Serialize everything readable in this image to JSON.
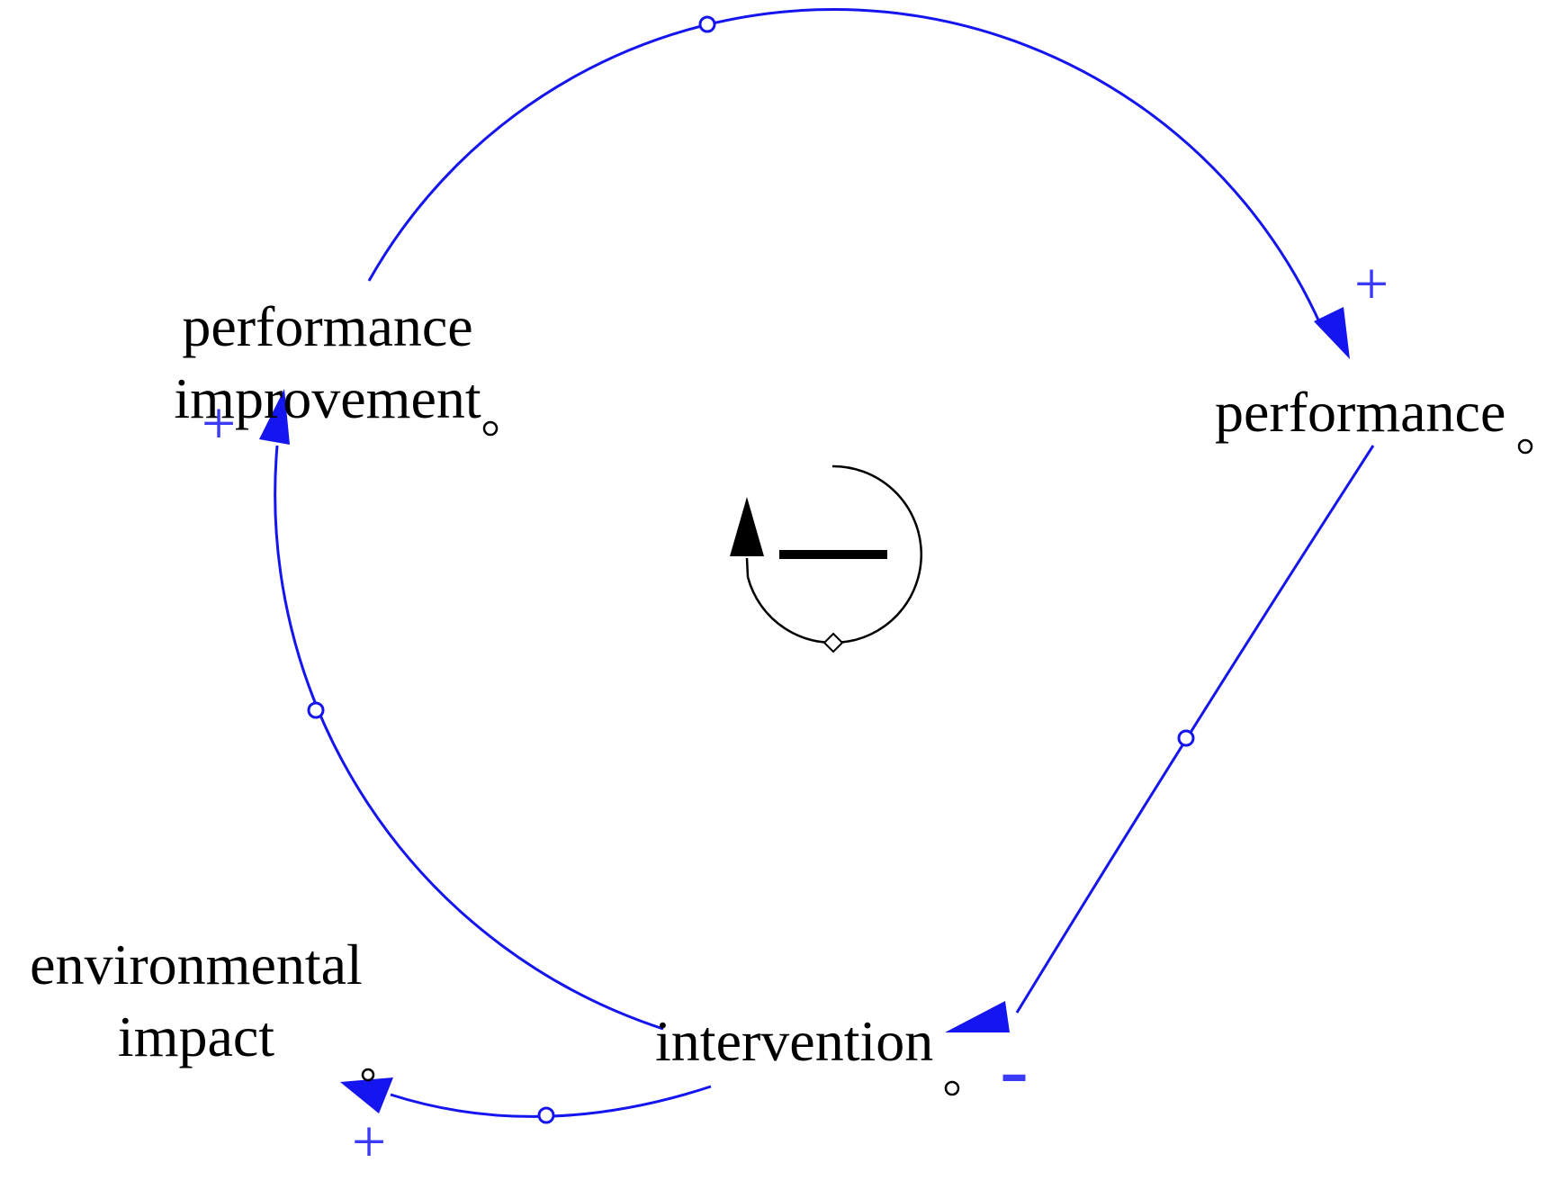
{
  "diagram": {
    "kind": "causal-loop-diagram",
    "background": "#ffffff",
    "link_color": "#1515f0",
    "sign_color": "#3a3af8",
    "text_color": "#000000",
    "loop_marker_color": "#000000"
  },
  "nodes": {
    "performance_improvement": {
      "line1": "performance",
      "line2": "improvement"
    },
    "performance": {
      "label": "performance"
    },
    "intervention": {
      "label": "intervention"
    },
    "environmental_impact": {
      "line1": "environmental",
      "line2": "impact"
    }
  },
  "links": {
    "improvement_to_performance": {
      "from": "performance improvement",
      "to": "performance",
      "sign": "+"
    },
    "performance_to_intervention": {
      "from": "performance",
      "to": "intervention",
      "sign": "-"
    },
    "intervention_to_improvement": {
      "from": "intervention",
      "to": "performance improvement",
      "sign": "+"
    },
    "intervention_to_environmental_impact": {
      "from": "intervention",
      "to": "environmental impact",
      "sign": "+"
    }
  },
  "loop": {
    "type": "balancing",
    "direction": "clockwise",
    "icon": "circular-arrow-with-minus-icon"
  },
  "icons": {
    "arc_handle": "small-circle",
    "node_handle": "small-circle",
    "loop_handle": "small-diamond"
  }
}
